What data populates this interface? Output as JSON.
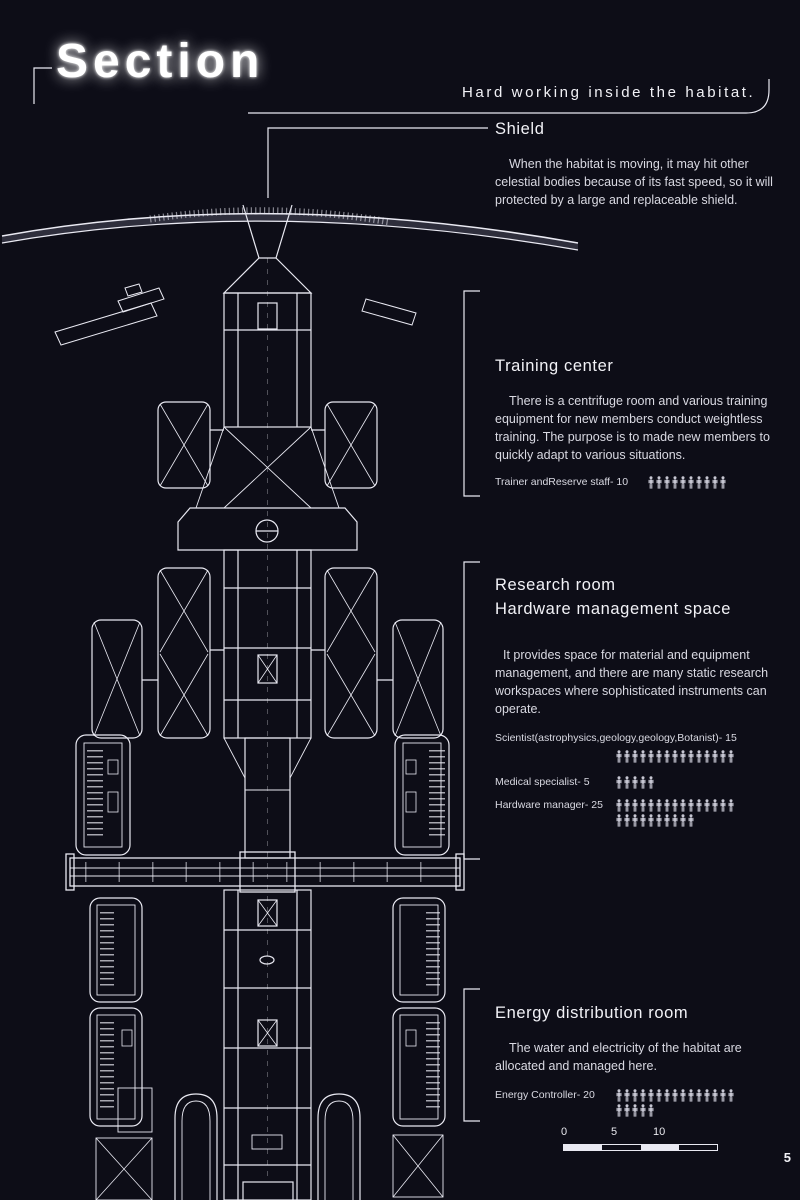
{
  "header": {
    "title": "Section",
    "subtitle": "Hard working inside the habitat."
  },
  "shield": {
    "heading": "Shield",
    "body": "When the habitat is moving, it may hit other celestial bodies because of its fast speed, so it will protected by a large and replaceable shield."
  },
  "training": {
    "heading": "Training center",
    "body": "There is a centrifuge room and various training equipment for new members conduct weightless training. The purpose is to made new members to quickly adapt to various situations.",
    "staff": {
      "label": "Trainer andReserve staff- 10",
      "count": 10
    }
  },
  "research": {
    "heading_line1": "Research room",
    "heading_line2": "Hardware management space",
    "body": "It provides space for material and equipment management, and there are many static research workspaces where sophisticated instruments can operate.",
    "roles": [
      {
        "label": "Scientist(astrophysics,geology,geology,Botanist)- 15",
        "count": 15
      },
      {
        "label": "Medical specialist- 5",
        "count": 5
      },
      {
        "label": "Hardware manager- 25",
        "count": 25
      }
    ]
  },
  "energy": {
    "heading": "Energy distribution room",
    "body": "The water and electricity of the habitat are allocated and managed here.",
    "role": {
      "label": "Energy Controller- 20",
      "count": 20
    }
  },
  "scale_bar": {
    "labels": [
      "0",
      "5",
      "10"
    ]
  },
  "page_number": "5",
  "colors": {
    "background": "#0d0d17",
    "line": "#e9e9f2",
    "text": "#e8e8ee"
  }
}
